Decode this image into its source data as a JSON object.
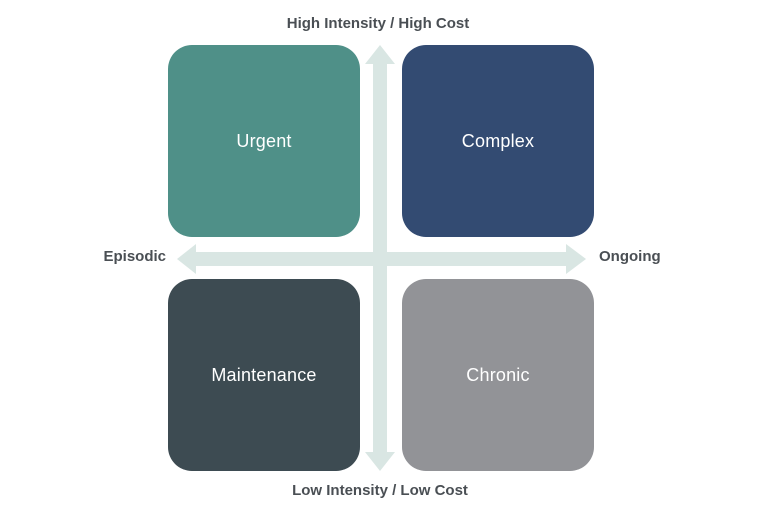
{
  "axes": {
    "top": "High Intensity / High Cost",
    "bottom": "Low Intensity / Low Cost",
    "left": "Episodic",
    "right": "Ongoing",
    "arrow_color": "#d9e6e3"
  },
  "quadrants": [
    {
      "label": "Urgent",
      "color": "#4f9088"
    },
    {
      "label": "Complex",
      "color": "#334b72"
    },
    {
      "label": "Maintenance",
      "color": "#3d4b52"
    },
    {
      "label": "Chronic",
      "color": "#929397"
    }
  ]
}
